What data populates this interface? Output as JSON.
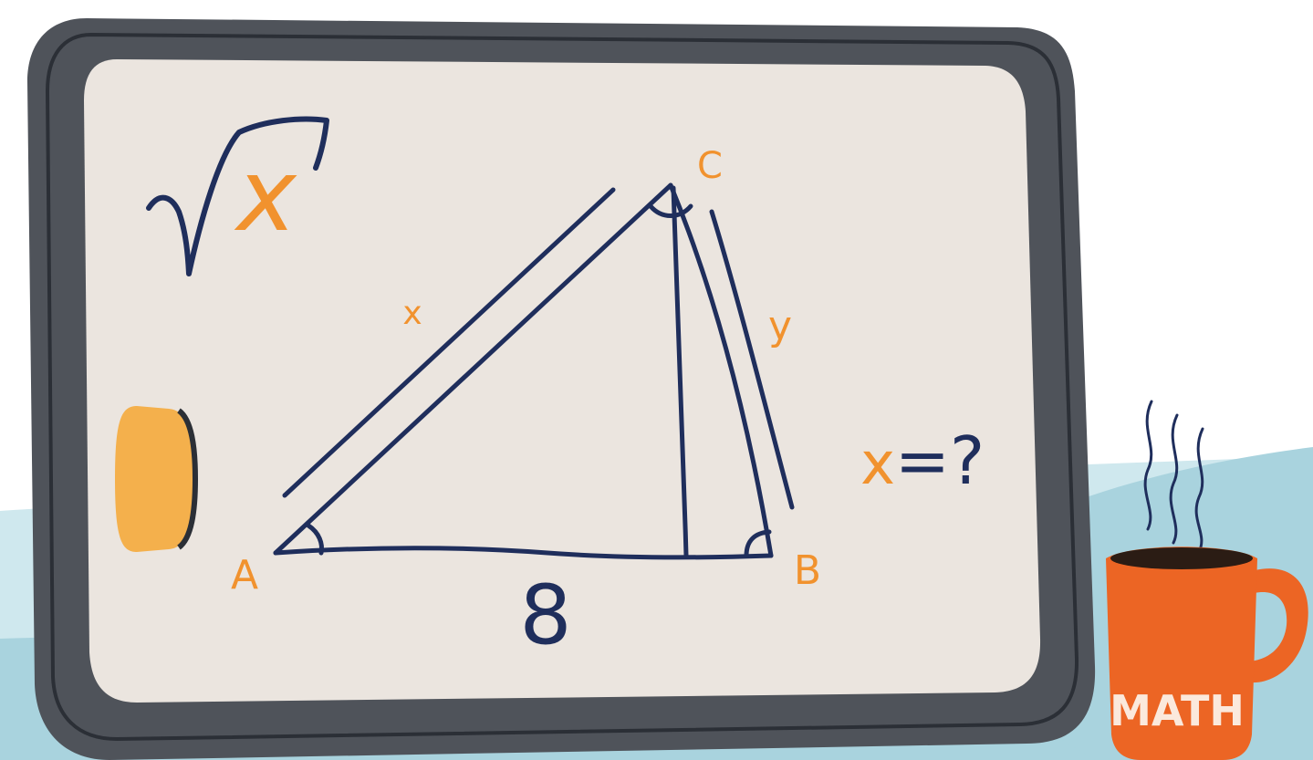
{
  "board": {
    "vertex_a": "A",
    "vertex_b": "B",
    "vertex_c": "C",
    "side_ab": "8",
    "side_ac": "x",
    "side_bc": "y",
    "sqrt_var": "x",
    "question_var": "x",
    "question_rest": "=?"
  },
  "mug": {
    "label": "MATH"
  },
  "colors": {
    "board_surface": "#ebe5df",
    "frame": "#4f535a",
    "ink_navy": "#1f2e5c",
    "accent_orange": "#f1922e",
    "eraser_yellow": "#f4b04c",
    "mug_orange": "#ec6524",
    "desk_blue": "#a9d3de"
  }
}
